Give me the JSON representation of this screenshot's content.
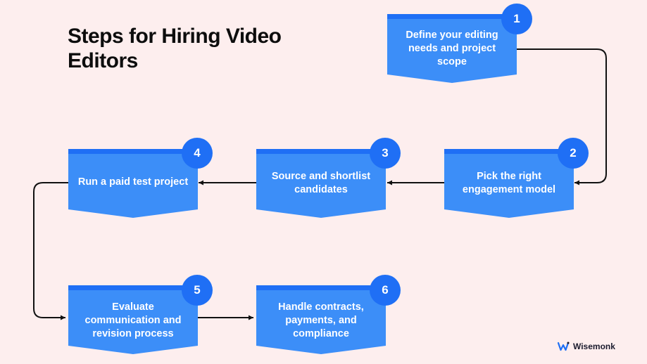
{
  "title": "Steps for Hiring Video Editors",
  "colors": {
    "background": "#fdeeee",
    "box": "#3c8ef8",
    "box_top_bar": "#1f6ff5",
    "badge": "#1f6ff5",
    "connector": "#111111"
  },
  "steps": [
    {
      "number": "1",
      "text": "Define your editing needs and project scope"
    },
    {
      "number": "2",
      "text": "Pick the right engagement model"
    },
    {
      "number": "3",
      "text": "Source and shortlist candidates"
    },
    {
      "number": "4",
      "text": "Run a paid test project"
    },
    {
      "number": "5",
      "text": "Evaluate communication and revision process"
    },
    {
      "number": "6",
      "text": "Handle contracts, payments, and compliance"
    }
  ],
  "brand": {
    "name": "Wisemonk",
    "icon": "wisemonk-logo-icon"
  }
}
